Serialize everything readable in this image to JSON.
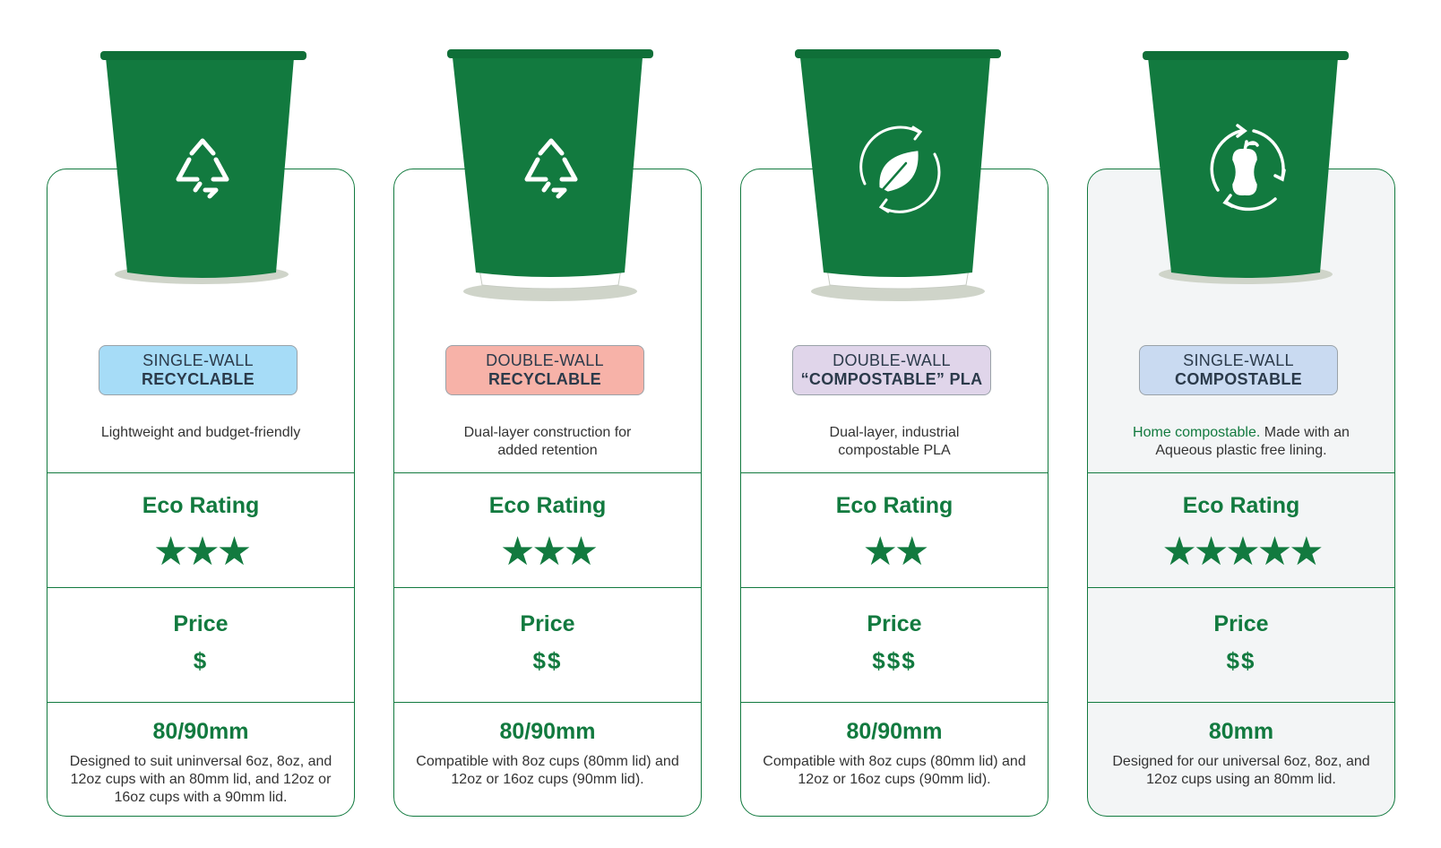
{
  "colors": {
    "brand_green": "#127a3f",
    "cup_green": "#127a3f",
    "shadow": "#cfd4c9",
    "badge_single_recyclable": "#a6dcf7",
    "badge_double_recyclable": "#f7b2a8",
    "badge_double_compostable": "#e0d5ea",
    "badge_single_compostable": "#c9daf1"
  },
  "cards": [
    {
      "badge_line1": "SINGLE-WALL",
      "badge_line2": "RECYCLABLE",
      "desc_highlight": "",
      "desc": "Lightweight and budget-friendly",
      "eco_label": "Eco Rating",
      "stars": "★★★",
      "star_count": 3,
      "price_label": "Price",
      "price": "$",
      "size": "80/90mm",
      "size_desc": "Designed to suit uninversal 6oz, 8oz, and 12oz cups with an 80mm lid, and 12oz or 16oz cups with a 90mm lid.",
      "icon": "recycle-icon"
    },
    {
      "badge_line1": "DOUBLE-WALL",
      "badge_line2": "RECYCLABLE",
      "desc_highlight": "",
      "desc": "Dual-layer construction for added retention",
      "eco_label": "Eco Rating",
      "stars": "★★★",
      "star_count": 3,
      "price_label": "Price",
      "price": "$$",
      "size": "80/90mm",
      "size_desc": "Compatible with 8oz cups (80mm lid) and 12oz or 16oz cups (90mm lid).",
      "icon": "recycle-icon"
    },
    {
      "badge_line1": "DOUBLE-WALL",
      "badge_line2": "“COMPOSTABLE” PLA",
      "desc_highlight": "",
      "desc": "Dual-layer, industrial compostable PLA",
      "eco_label": "Eco Rating",
      "stars": "★★",
      "star_count": 2,
      "price_label": "Price",
      "price": "$$$",
      "size": "80/90mm",
      "size_desc": "Compatible with 8oz cups (80mm lid) and 12oz or 16oz cups (90mm lid).",
      "icon": "leaf-cycle-icon"
    },
    {
      "badge_line1": "SINGLE-WALL",
      "badge_line2": "COMPOSTABLE",
      "desc_highlight": "Home compostable.",
      "desc": "Made with an Aqueous plastic free lining.",
      "eco_label": "Eco Rating",
      "stars": "★★★★★",
      "star_count": 5,
      "price_label": "Price",
      "price": "$$",
      "size": "80mm",
      "size_desc": "Designed for our universal 6oz, 8oz, and 12oz cups using an 80mm lid.",
      "icon": "apple-core-cycle-icon"
    }
  ]
}
